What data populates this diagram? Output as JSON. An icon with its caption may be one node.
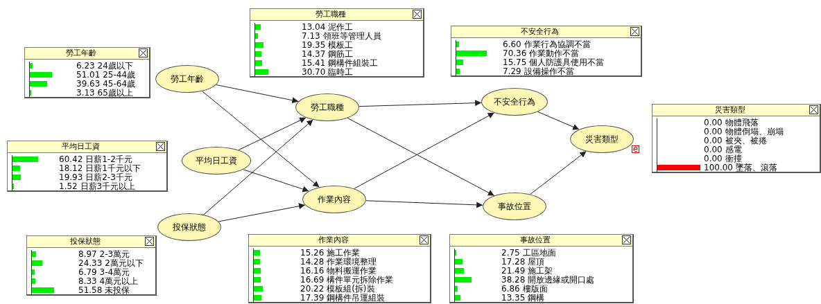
{
  "diagram": {
    "nodes": [
      {
        "text": [
          "勞工年齡"
        ]
      },
      {
        "text": [
          "平均日工資"
        ]
      },
      {
        "text": [
          "投保狀態"
        ]
      },
      {
        "text": [
          "勞工職種"
        ]
      },
      {
        "text": [
          "作業內容"
        ]
      },
      {
        "text": [
          "不安全行為"
        ]
      },
      {
        "text": [
          "事故位置"
        ]
      },
      {
        "text": [
          "災害類型"
        ],
        "beside": [
          "e"
        ]
      },
      {
        "text": [
          "勞工年齡",
          "6.23 24歲以下",
          "51.01 25-44歲",
          "39.63 45-64歲",
          "3.13 65歲以上"
        ]
      },
      {
        "text": [
          "平均日工資",
          "60.42 日薪1-2千元",
          "18.12 日薪1千元以下",
          "19.93 日薪2-3千元",
          "1.52 日薪3千元以上"
        ]
      },
      {
        "text": [
          "投保狀態",
          "8.97 2-3萬元",
          "24.33 2萬元以下",
          "6.79 3-4萬元",
          "8.33 4萬元以上",
          "51.58 未投保"
        ]
      },
      {
        "text": [
          "勞工職種",
          "13.04 泥作工",
          "7.13 領班等管理人員",
          "19.35 模板工",
          "14.37 鋼筋工",
          "15.41 鋼構件組裝工",
          "30.70 臨時工"
        ]
      },
      {
        "text": [
          "不安全行為",
          "6.60 作業行為協調不當",
          "70.36 作業動作不當",
          "15.75 個人防護具使用不當",
          "7.29 設備操作不當"
        ]
      },
      {
        "text": [
          "災害類型",
          "0.00 物體飛落",
          "0.00 物體倒塌、崩塌",
          "0.00 被夾、被捲",
          "0.00 感電",
          "0.00 衝撞",
          "100.00 墜落、滾落"
        ]
      },
      {
        "text": [
          "作業內容",
          "15.26 施工作業",
          "14.28 作業環境整理",
          "16.16 物料搬運作業",
          "16.69 構件單元拆除作業",
          "20.22 模板組(拆)裝",
          "17.39 鋼構件吊運組裝"
        ]
      },
      {
        "text": [
          "事故位置",
          "2.75 工區地面",
          "17.28 屋頂",
          "21.49 施工架",
          "38.28 開放邊緣或開口處",
          "6.86 樓版面",
          "13.35 鋼構"
        ]
      }
    ],
    "edges": [
      {
        "from": 0,
        "to": 3,
        "arrow": "to"
      },
      {
        "from": 0,
        "to": 4,
        "arrow": "to"
      },
      {
        "from": 1,
        "to": 3,
        "arrow": "to"
      },
      {
        "from": 1,
        "to": 4,
        "arrow": "to"
      },
      {
        "from": 2,
        "to": 3,
        "arrow": "to"
      },
      {
        "from": 2,
        "to": 4,
        "arrow": "to"
      },
      {
        "from": 3,
        "to": 5,
        "arrow": "to"
      },
      {
        "from": 3,
        "to": 6,
        "arrow": "to"
      },
      {
        "from": 4,
        "to": 5,
        "arrow": "to"
      },
      {
        "from": 4,
        "to": 6,
        "arrow": "to"
      },
      {
        "from": 5,
        "to": 7,
        "arrow": "to"
      },
      {
        "from": 6,
        "to": 7,
        "arrow": "to"
      }
    ]
  }
}
